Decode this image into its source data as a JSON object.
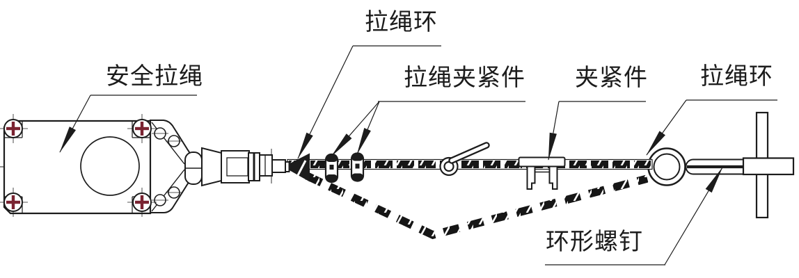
{
  "diagram": {
    "kind": "safety-pull-rope-switch-assembly",
    "labels": {
      "safety_rope": "安全拉绳",
      "rope_ring_left": "拉绳环",
      "rope_clamp_fastener": "拉绳夹紧件",
      "fastener": "夹紧件",
      "rope_ring_right": "拉绳环",
      "eye_bolt": "环形螺钉"
    }
  },
  "colors": {
    "line": "#1c1c1c",
    "screw_cross": "#7a2331",
    "background": "#ffffff"
  }
}
